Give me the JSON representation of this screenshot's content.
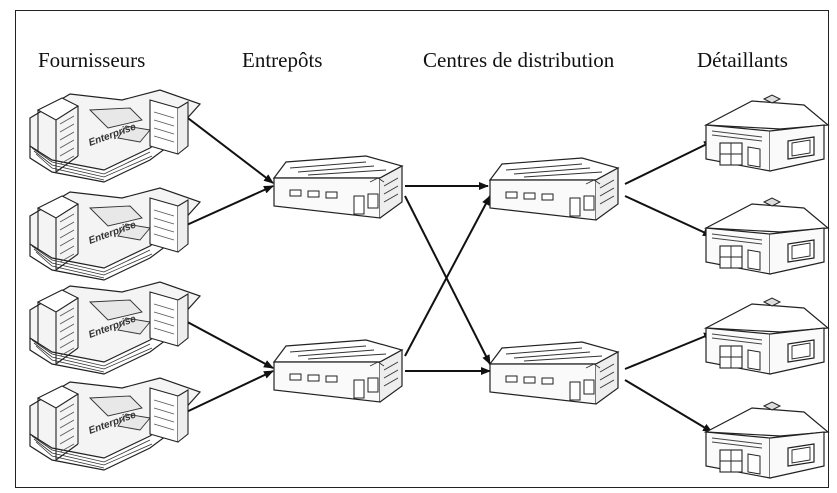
{
  "headers": {
    "suppliers": "Fournisseurs",
    "warehouses": "Entrepôts",
    "distribution": "Centres de distribution",
    "retailers": "Détaillants"
  },
  "building_text": {
    "enterprise": "Enterprise"
  }
}
